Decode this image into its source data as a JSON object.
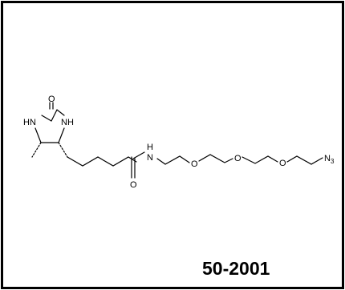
{
  "molecule": {
    "atoms": {
      "carbonyl_o_ring": "O",
      "nh_left": "HN",
      "nh_right": "NH",
      "amide_nh": "H",
      "amide_n": "N",
      "amide_o": "O",
      "ether_o_1": "O",
      "ether_o_2": "O",
      "ether_o_3": "O",
      "azide_n": "N",
      "azide_sub": "3"
    }
  },
  "catalog_number": "50-2001"
}
